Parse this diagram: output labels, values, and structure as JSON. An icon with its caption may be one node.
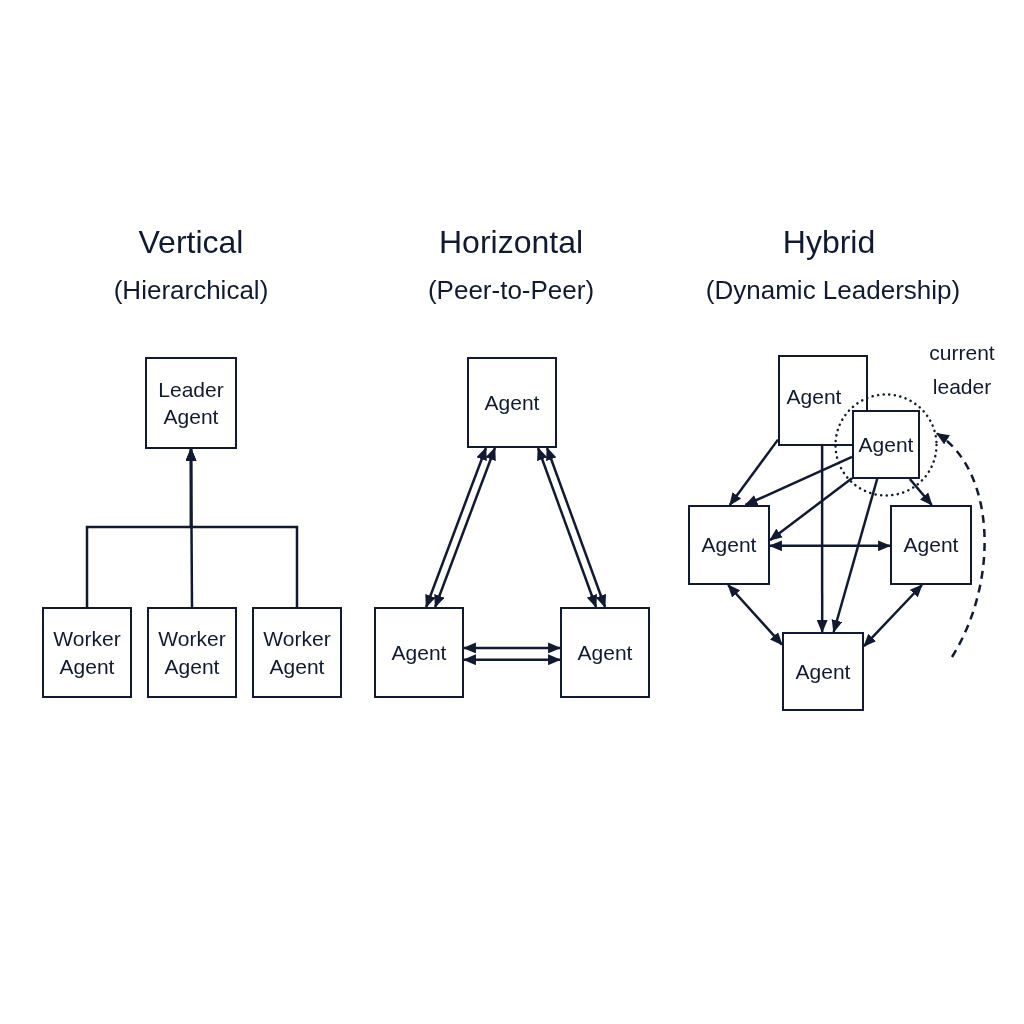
{
  "diagram": {
    "nodes": [
      {
        "text": [
          "Leader Agent"
        ]
      },
      {
        "text": [
          "Worker Agent"
        ]
      },
      {
        "text": [
          "Worker Agent"
        ]
      },
      {
        "text": [
          "Worker Agent"
        ]
      },
      {
        "text": [
          "Agent"
        ]
      },
      {
        "text": [
          "Agent"
        ]
      },
      {
        "text": [
          "Agent"
        ]
      },
      {
        "text": [
          "Agent"
        ]
      },
      {
        "text": [
          "current leader"
        ]
      },
      {
        "text": [
          "Agent"
        ],
        "in": 8
      },
      {
        "text": [
          "Agent"
        ]
      },
      {
        "text": [
          "Agent"
        ]
      },
      {
        "text": [
          "Agent"
        ]
      }
    ],
    "edges": [
      {
        "from": 1,
        "to": 0,
        "arrow": "to"
      },
      {
        "from": 2,
        "to": 0,
        "arrow": "to"
      },
      {
        "from": 3,
        "to": 0,
        "arrow": "to"
      },
      {
        "from": 4,
        "to": 5,
        "arrow": "both"
      },
      {
        "from": 4,
        "to": 5,
        "arrow": "both"
      },
      {
        "from": 4,
        "to": 6,
        "arrow": "both"
      },
      {
        "from": 4,
        "to": 6,
        "arrow": "both"
      },
      {
        "from": 5,
        "to": 6,
        "arrow": "both"
      },
      {
        "from": 5,
        "to": 6,
        "arrow": "both"
      },
      {
        "from": 7,
        "to": 10,
        "arrow": "to"
      },
      {
        "from": 9,
        "to": 10,
        "arrow": "to"
      },
      {
        "from": 9,
        "to": 10,
        "arrow": "to"
      },
      {
        "from": 7,
        "to": 12,
        "arrow": "to"
      },
      {
        "from": 9,
        "to": 12,
        "arrow": "to"
      },
      {
        "from": 9,
        "to": 11,
        "arrow": "to"
      },
      {
        "from": 10,
        "to": 11,
        "arrow": "both"
      },
      {
        "from": 10,
        "to": 12,
        "arrow": "both"
      },
      {
        "from": 11,
        "to": 12,
        "arrow": "both"
      },
      {
        "from": null,
        "to": 8,
        "arrow": "to",
        "style": "dashed"
      }
    ],
    "labels": [
      "Vertical",
      "(Hierarchical)",
      "Horizontal",
      "(Peer-to-Peer)",
      "Hybrid",
      "(Dynamic Leadership)"
    ]
  }
}
